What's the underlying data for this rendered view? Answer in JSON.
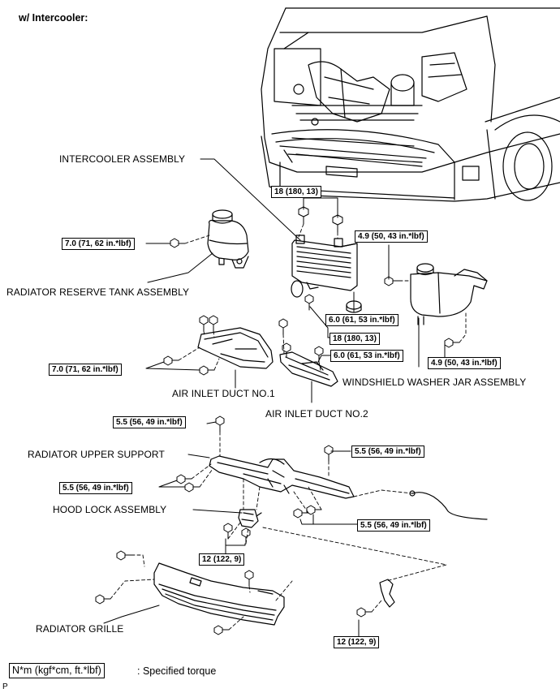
{
  "header": "w/ Intercooler:",
  "parts": {
    "intercooler": "INTERCOOLER ASSEMBLY",
    "reserve_tank": "RADIATOR RESERVE TANK ASSEMBLY",
    "air_inlet_1": "AIR INLET DUCT NO.1",
    "air_inlet_2": "AIR INLET DUCT NO.2",
    "washer_jar": "WINDSHIELD WASHER JAR ASSEMBLY",
    "upper_support": "RADIATOR UPPER SUPPORT",
    "hood_lock": "HOOD LOCK ASSEMBLY",
    "grille": "RADIATOR GRILLE"
  },
  "torques": {
    "t_intercooler_top": "18 (180, 13)",
    "t_washer_top": "4.9 (50, 43 in.*lbf)",
    "t_tank": "7.0 (71, 62 in.*lbf)",
    "t_hose1": "6.0 (61, 53 in.*lbf)",
    "t_intercooler_bottom": "18 (180, 13)",
    "t_hose2": "6.0 (61, 53 in.*lbf)",
    "t_washer_bottom": "4.9 (50, 43 in.*lbf)",
    "t_duct1": "7.0 (71, 62 in.*lbf)",
    "t_support_top": "5.5 (56, 49 in.*lbf)",
    "t_support_right": "5.5 (56, 49 in.*lbf)",
    "t_support_left": "5.5 (56, 49 in.*lbf)",
    "t_support_lower_right": "5.5 (56, 49 in.*lbf)",
    "t_hood_lock": "12 (122, 9)",
    "t_grille": "12 (122, 9)"
  },
  "legend": {
    "box": "N*m (kgf*cm, ft.*lbf)",
    "text": ": Specified torque"
  },
  "footer_mark": "P"
}
